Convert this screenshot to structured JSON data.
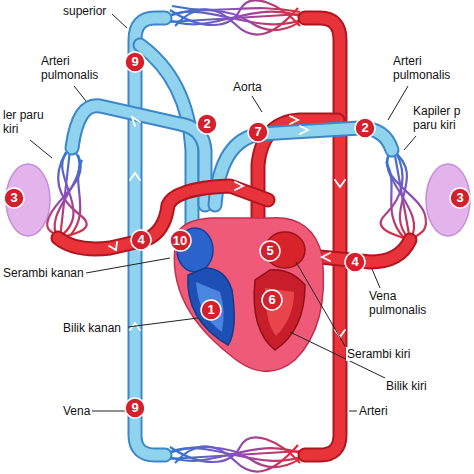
{
  "diagram": {
    "nodes": [
      {
        "text": [
          "9"
        ]
      },
      {
        "text": [
          "2"
        ]
      },
      {
        "text": [
          "7"
        ]
      },
      {
        "text": [
          "2"
        ]
      },
      {
        "text": [
          "3"
        ]
      },
      {
        "text": [
          "3"
        ]
      },
      {
        "text": [
          "4"
        ]
      },
      {
        "text": [
          "10"
        ]
      },
      {
        "text": [
          "5"
        ]
      },
      {
        "text": [
          "4"
        ]
      },
      {
        "text": [
          "6"
        ]
      },
      {
        "text": [
          "1"
        ]
      },
      {
        "text": [
          "9"
        ]
      }
    ],
    "labels": [
      "superior",
      "Arteri pulmonalis",
      "Aorta",
      "Arteri pulmonalis",
      "ler paru kiri",
      "Kapiler p paru kiri",
      "Serambi kanan",
      "Vena pulmonalis",
      "Bilik kanan",
      "Serambi kiri",
      "Bilik kiri",
      "Vena",
      "Arteri"
    ]
  }
}
